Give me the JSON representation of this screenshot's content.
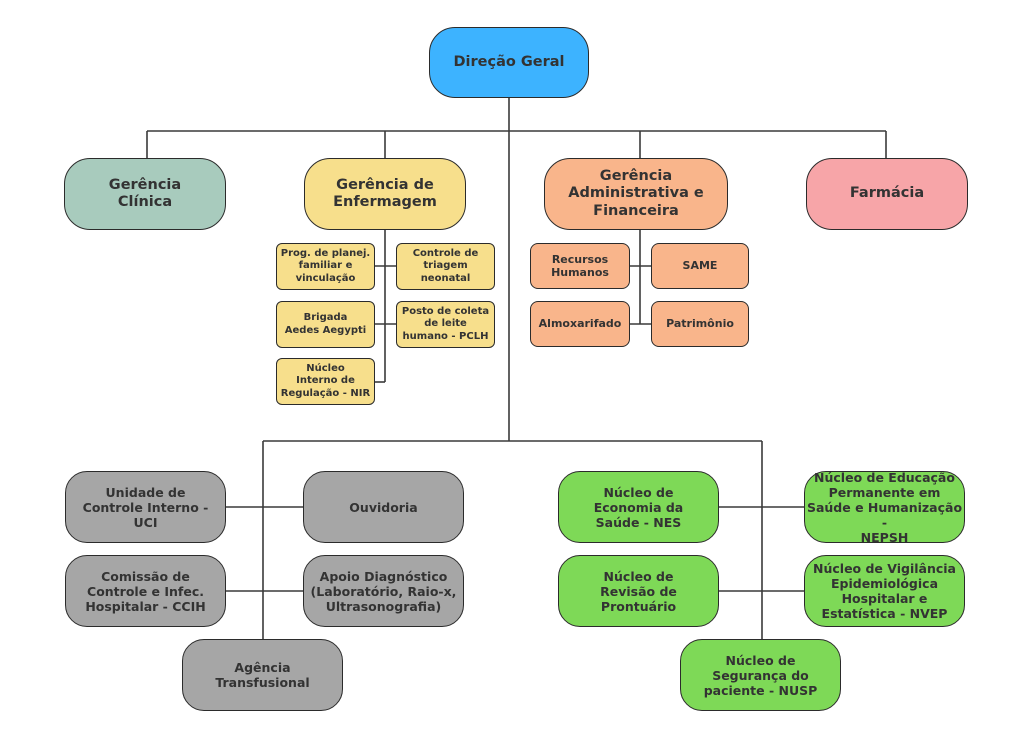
{
  "colors": {
    "root": "#3db3ff",
    "clinica": "#a8cbbd",
    "enfermagem": "#f7df8c",
    "administrativa": "#f9b58b",
    "farmacia": "#f7a5a8",
    "gray": "#a6a6a6",
    "green": "#7ed957",
    "line": "#3a3a3a"
  },
  "nodes": {
    "root": {
      "label": "Direção Geral",
      "color": "root"
    },
    "clinica": {
      "label": "Gerência\nClínica",
      "color": "clinica"
    },
    "enfermagem": {
      "label": "Gerência de\nEnfermagem",
      "color": "enfermagem"
    },
    "administrativa": {
      "label": "Gerência\nAdministrativa e\nFinanceira",
      "color": "administrativa"
    },
    "farmacia": {
      "label": "Farmácia",
      "color": "farmacia"
    },
    "prog_planej": {
      "label": "Prog. de planej.\nfamiliar e\nvinculação",
      "color": "enfermagem"
    },
    "controle_triagem": {
      "label": "Controle de\ntriagem\nneonatal",
      "color": "enfermagem"
    },
    "brigada": {
      "label": "Brigada\nAedes Aegypti",
      "color": "enfermagem"
    },
    "posto_coleta": {
      "label": "Posto de coleta\nde leite\nhumano - PCLH",
      "color": "enfermagem"
    },
    "nir": {
      "label": "Núcleo\nInterno de\nRegulação - NIR",
      "color": "enfermagem"
    },
    "rh": {
      "label": "Recursos\nHumanos",
      "color": "administrativa"
    },
    "same": {
      "label": "SAME",
      "color": "administrativa"
    },
    "almoxarifado": {
      "label": "Almoxarifado",
      "color": "administrativa"
    },
    "patrimonio": {
      "label": "Patrimônio",
      "color": "administrativa"
    },
    "uci": {
      "label": "Unidade de\nControle Interno -\nUCI",
      "color": "gray"
    },
    "ouvidoria": {
      "label": "Ouvidoria",
      "color": "gray"
    },
    "ccih": {
      "label": "Comissão de\nControle e Infec.\nHospitalar - CCIH",
      "color": "gray"
    },
    "apoio": {
      "label": "Apoio Diagnóstico\n(Laboratório, Raio-x,\nUltrasonografia)",
      "color": "gray"
    },
    "agencia": {
      "label": "Agência\nTransfusional",
      "color": "gray"
    },
    "nes": {
      "label": "Núcleo de\nEconomia da\nSaúde - NES",
      "color": "green"
    },
    "nepsh": {
      "label": "Núcleo de Educação\nPermanente em\nSaúde e Humanização -\nNEPSH",
      "color": "green"
    },
    "revisao": {
      "label": "Núcleo de\nRevisão de\nProntuário",
      "color": "green"
    },
    "nvep": {
      "label": "Núcleo de Vigilância\nEpidemiológica\nHospitalar e\nEstatística - NVEP",
      "color": "green"
    },
    "nusp": {
      "label": "Núcleo de\nSegurança do\npaciente - NUSP",
      "color": "green"
    }
  }
}
